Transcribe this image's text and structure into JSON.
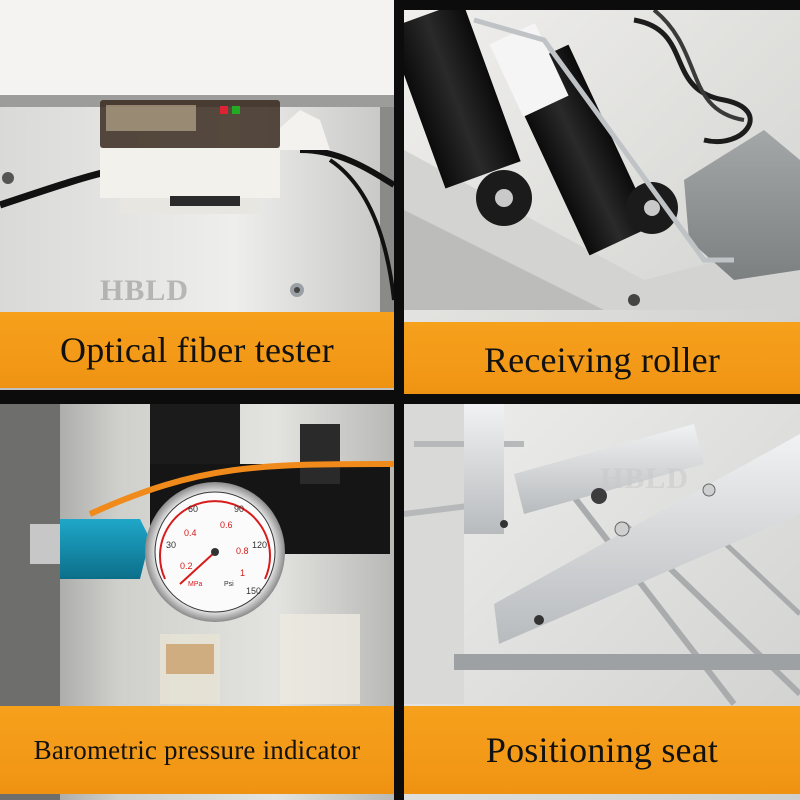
{
  "watermark": "HBLD",
  "tiles": [
    {
      "caption": "Optical fiber tester",
      "icon": "fiber-sensor-photo"
    },
    {
      "caption": "Receiving roller",
      "icon": "roller-photo"
    },
    {
      "caption": "Barometric pressure indicator",
      "icon": "pressure-gauge-photo"
    },
    {
      "caption": "Positioning seat",
      "icon": "positioning-seat-photo"
    }
  ],
  "gauge": {
    "inner_ticks": [
      "0.2",
      "0.4",
      "0.6",
      "0.8",
      "1"
    ],
    "outer_ticks": [
      "30",
      "60",
      "90",
      "120",
      "150"
    ],
    "units_left": "MPa",
    "units_right": "Psi"
  },
  "colors": {
    "banner": "#f39a18",
    "background": "#0c0c0c"
  }
}
